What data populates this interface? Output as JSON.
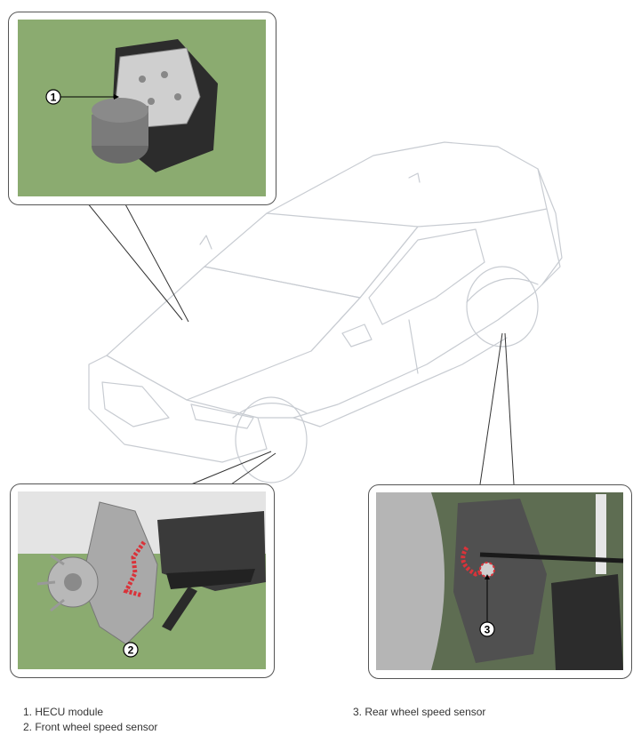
{
  "callouts": {
    "hecu": "1",
    "front_sensor": "2",
    "rear_sensor": "3"
  },
  "legend": {
    "item1": "1. HECU module",
    "item2": "2. Front wheel speed sensor",
    "item3": "3. Rear wheel speed sensor"
  },
  "colors": {
    "inset_background": "#8bab70",
    "car_outline": "#c8ccd2",
    "highlight": "#d9333a",
    "frame": "#555555"
  }
}
